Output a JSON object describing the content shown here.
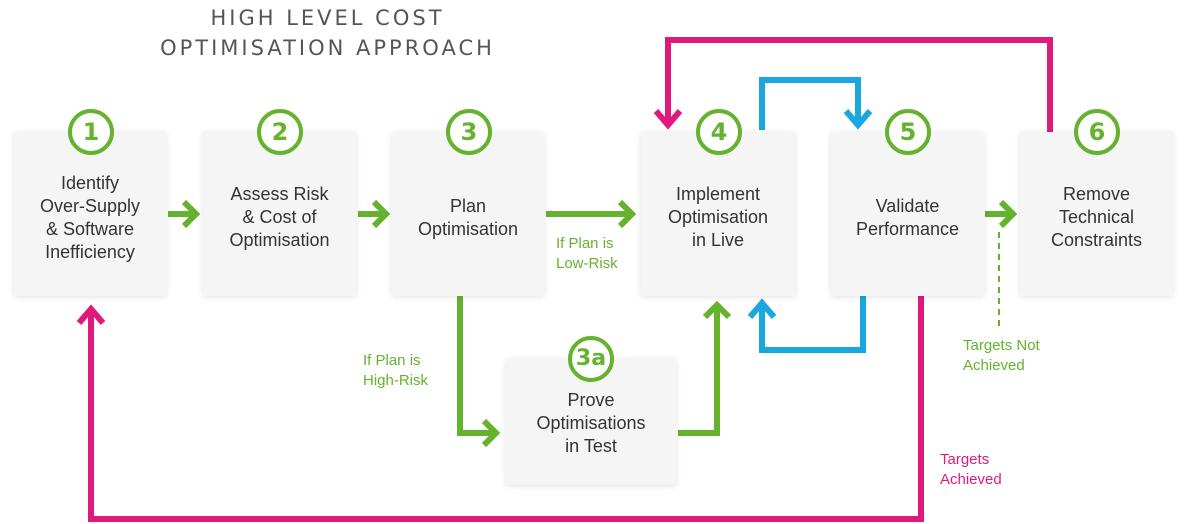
{
  "title": {
    "line1": "HIGH LEVEL COST",
    "line2": "OPTIMISATION APPROACH"
  },
  "steps": [
    {
      "badge": "1",
      "label": "Identify\nOver-Supply\n& Software\nInefficiency"
    },
    {
      "badge": "2",
      "label": "Assess Risk\n& Cost of\nOptimisation"
    },
    {
      "badge": "3",
      "label": "Plan\nOptimisation"
    },
    {
      "badge": "3a",
      "label": "Prove\nOptimisations\nin Test"
    },
    {
      "badge": "4",
      "label": "Implement\nOptimisation\nin Live"
    },
    {
      "badge": "5",
      "label": "Validate\nPerformance"
    },
    {
      "badge": "6",
      "label": "Remove\nTechnical\nConstraints"
    }
  ],
  "notes": {
    "low_risk": "If Plan is\nLow-Risk",
    "high_risk": "If Plan is\nHigh-Risk",
    "targets_not_achieved": "Targets Not\nAchieved",
    "targets_achieved": "Targets\nAchieved"
  },
  "colors": {
    "green": "#64b22e",
    "pink": "#e0197d",
    "blue": "#1aa7df",
    "box_bg": "#f5f5f5",
    "text": "#333333"
  }
}
